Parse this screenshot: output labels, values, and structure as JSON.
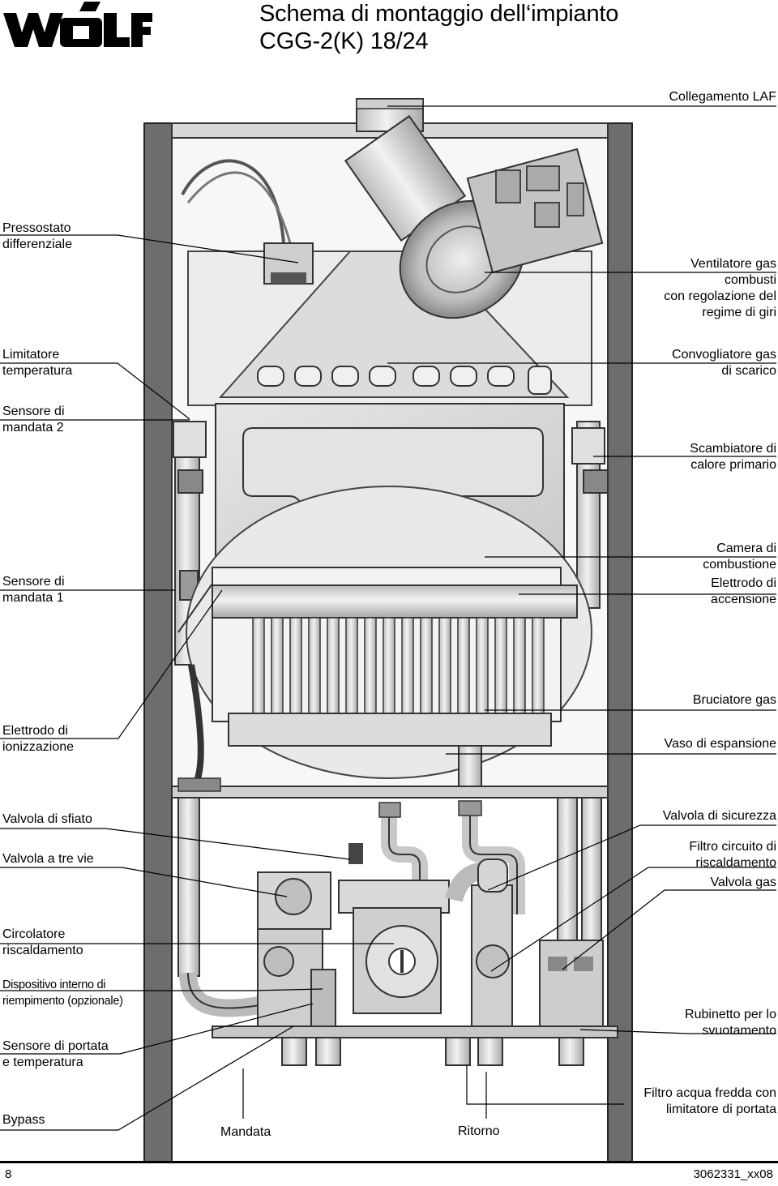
{
  "brand": {
    "logo_name": "wolf-logo",
    "text": "WOLF"
  },
  "header": {
    "title_line1": "Schema di montaggio dell‘impianto",
    "title_line2": "CGG-2(K) 18/24"
  },
  "labels_left": [
    [
      "Pressostato",
      "differenziale"
    ],
    [
      "Limitatore",
      "temperatura"
    ],
    [
      "Sensore di",
      "mandata 2"
    ],
    [
      "Sensore di",
      "mandata 1"
    ],
    [
      "Elettrodo di",
      "ionizzazione"
    ],
    [
      "Valvola di sfiato"
    ],
    [
      "Valvola a tre vie"
    ],
    [
      "Circolatore",
      "riscaldamento"
    ],
    [
      "Dispositivo interno di",
      "riempimento (opzionale)"
    ],
    [
      "Sensore di portata",
      "e temperatura"
    ],
    [
      "Bypass"
    ]
  ],
  "labels_right": [
    [
      "Collegamento LAF"
    ],
    [
      "Ventilatore gas",
      "combusti",
      "con regolazione del",
      "regime di giri"
    ],
    [
      "Convogliatore gas",
      "di scarico"
    ],
    [
      "Scambiatore di",
      "calore primario"
    ],
    [
      "Camera di",
      "combustione"
    ],
    [
      "Elettrodo di",
      "accensione"
    ],
    [
      "Bruciatore gas"
    ],
    [
      "Vaso di espansione"
    ],
    [
      "Valvola di sicurezza"
    ],
    [
      "Filtro circuito di",
      "riscaldamento"
    ],
    [
      "Valvola gas"
    ],
    [
      "Rubinetto per lo",
      "svuotamento"
    ],
    [
      "Filtro acqua fredda con",
      "limitatore di portata"
    ]
  ],
  "labels_bottom": {
    "mandata": "Mandata",
    "ritorno": "Ritorno"
  },
  "footer": {
    "page_number": "8",
    "doc_code": "3062331_xx08"
  }
}
